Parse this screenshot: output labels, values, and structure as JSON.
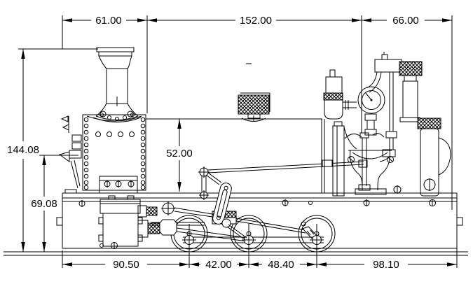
{
  "drawing": {
    "type": "technical-drawing",
    "subject": "steam locomotive side elevation",
    "colors": {
      "line": "#000000",
      "background": "#ffffff"
    },
    "dimensions": {
      "top": [
        "61.00",
        "152.00",
        "66.00"
      ],
      "left": [
        "144.08",
        "69.08"
      ],
      "center": [
        "52.00"
      ],
      "bottom": [
        "90.50",
        "42.00",
        "48.40",
        "98.10"
      ]
    }
  }
}
